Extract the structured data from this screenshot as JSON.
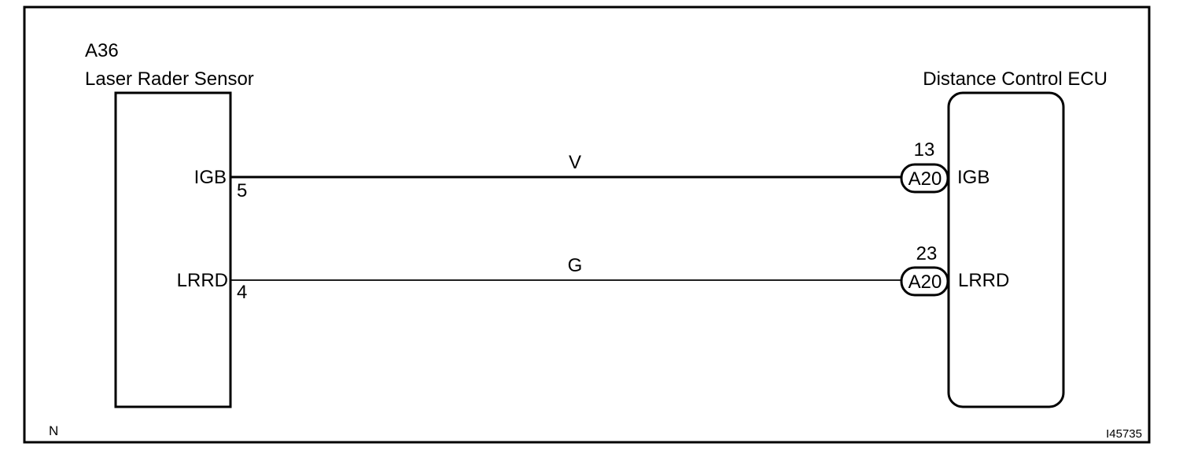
{
  "component_left": {
    "id": "A36",
    "name": "Laser Rader Sensor"
  },
  "component_right": {
    "name": "Distance Control ECU"
  },
  "connections": [
    {
      "signal_left": "IGB",
      "pin_left": "5",
      "wire_color": "V",
      "pin_right": "13",
      "connector": "A20",
      "signal_right": "IGB"
    },
    {
      "signal_left": "LRRD",
      "pin_left": "4",
      "wire_color": "G",
      "pin_right": "23",
      "connector": "A20",
      "signal_right": "LRRD"
    }
  ],
  "footer": {
    "left_mark": "N",
    "figure_code": "I45735"
  }
}
